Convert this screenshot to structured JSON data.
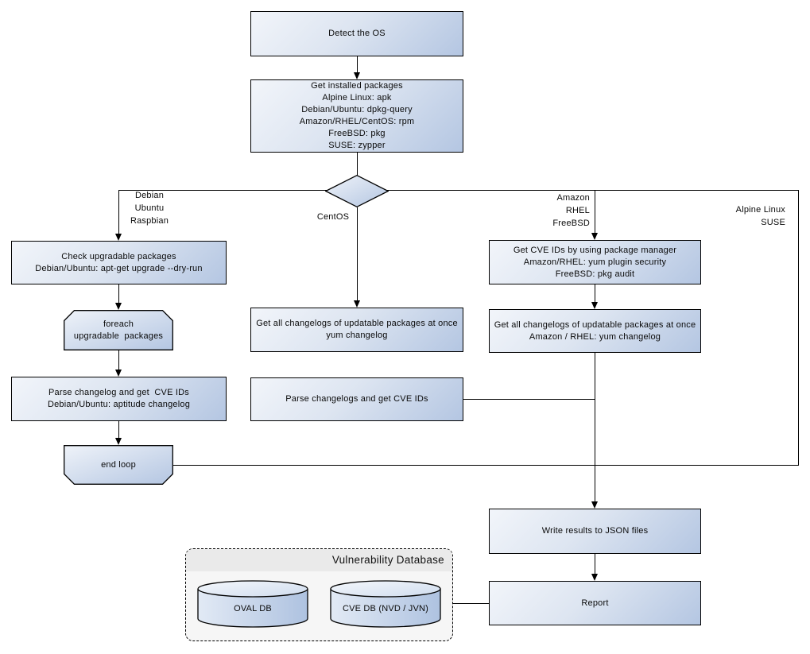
{
  "diagram": {
    "nodes": {
      "detect_os": "Detect the OS",
      "get_installed_packages": "Get installed packages\nAlpine Linux: apk\nDebian/Ubuntu: dpkg-query\nAmazon/RHEL/CentOS: rpm\nFreeBSD: pkg\nSUSE: zypper",
      "check_upgradable_packages": "Check upgradable packages\nDebian/Ubuntu: apt-get upgrade --dry-run",
      "foreach_upgradable_packages": "foreach\nupgradable  packages",
      "parse_changelog_debian": "Parse changelog and get  CVE IDs\nDebian/Ubuntu: aptitude changelog",
      "end_loop": "end loop",
      "get_all_changelogs_centos": "Get all changelogs of updatable packages at once\nyum changelog",
      "parse_changelogs_centos": "Parse changelogs and get CVE IDs",
      "get_cve_ids_package_manager": "Get CVE IDs by using package manager\nAmazon/RHEL: yum plugin security\nFreeBSD: pkg audit",
      "get_all_changelogs_amazon": "Get all changelogs of updatable packages at once\nAmazon / RHEL: yum changelog",
      "write_results_json": "Write results to JSON files",
      "report": "Report"
    },
    "branch_labels": {
      "debian": "Debian\nUbuntu\nRaspbian",
      "centos": "CentOS",
      "amazon": "Amazon\nRHEL\nFreeBSD",
      "alpine": "Alpine Linux\nSUSE"
    },
    "database": {
      "title": "Vulnerability Database",
      "oval_db": "OVAL DB",
      "cve_db": "CVE DB (NVD / JVN)"
    },
    "colors": {
      "node_gradient_start": "#f2f5fa",
      "node_gradient_end": "#b4c6e2",
      "node_border": "#000000",
      "connector": "#000000",
      "db_header_bg": "#eaeaea",
      "db_body_bg": "#f6f6f6"
    }
  }
}
